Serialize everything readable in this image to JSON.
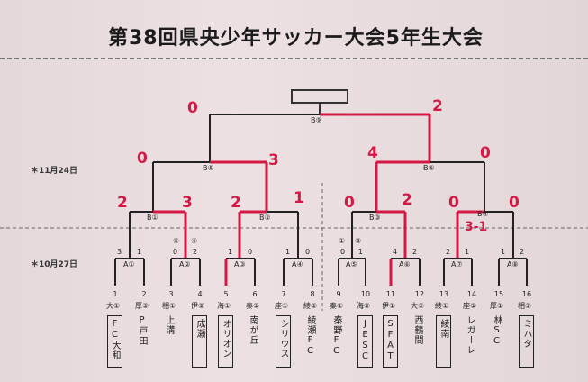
{
  "title": "第38回県央少年サッカー大会5年生大会",
  "dates": {
    "nov": "＊11月24日",
    "oct": "＊10月27日"
  },
  "matches": {
    "final": "B⑨",
    "sf1": "B⑤",
    "sf2": "B⑥",
    "b1": "B①",
    "b2": "B②",
    "b3": "B③",
    "b4": "B④",
    "a1": "A①",
    "a2": "A②",
    "a3": "A③",
    "a4": "A④",
    "a5": "A⑤",
    "a6": "A⑥",
    "a7": "A⑦",
    "a8": "A⑧"
  },
  "a_scores": {
    "a1": [
      "3",
      "1"
    ],
    "a2": [
      "0",
      "2"
    ],
    "a3": [
      "1",
      "0"
    ],
    "a4": [
      "1",
      "0"
    ],
    "a5": [
      "0",
      "1"
    ],
    "a6": [
      "4",
      "2"
    ],
    "a7": [
      "2",
      "1"
    ],
    "a8": [
      "1",
      "2"
    ]
  },
  "pk": {
    "a2": [
      "⑤",
      "④"
    ],
    "a5": [
      "①",
      "③"
    ]
  },
  "red_scores": {
    "final_left": "0",
    "final_right": "2",
    "sf1_left": "0",
    "sf1_right": "3",
    "sf2_left": "4",
    "sf2_right": "0",
    "b1_left": "2",
    "b1_right": "3",
    "b2_left": "2",
    "b2_right": "1",
    "b3_left": "0",
    "b3_right": "2",
    "b4_left": "0",
    "b4_right": "0",
    "b4_pk": "3-1"
  },
  "teams": [
    {
      "num": "1",
      "seed": "大①",
      "name": "FC大和",
      "boxed": true
    },
    {
      "num": "2",
      "seed": "厚②",
      "name": "P戸田",
      "boxed": false
    },
    {
      "num": "3",
      "seed": "相①",
      "name": "上溝",
      "boxed": false
    },
    {
      "num": "4",
      "seed": "伊②",
      "name": "成瀬",
      "boxed": true
    },
    {
      "num": "5",
      "seed": "海①",
      "name": "オリオン",
      "boxed": true
    },
    {
      "num": "6",
      "seed": "秦②",
      "name": "南が丘",
      "boxed": false
    },
    {
      "num": "7",
      "seed": "座①",
      "name": "シリウス",
      "boxed": true
    },
    {
      "num": "8",
      "seed": "綾②",
      "name": "綾瀬FC",
      "boxed": false
    },
    {
      "num": "9",
      "seed": "秦①",
      "name": "秦野FC",
      "boxed": false
    },
    {
      "num": "10",
      "seed": "海②",
      "name": "JESC",
      "boxed": true
    },
    {
      "num": "11",
      "seed": "伊①",
      "name": "SFAT",
      "boxed": true
    },
    {
      "num": "12",
      "seed": "大②",
      "name": "西鶴間",
      "boxed": false
    },
    {
      "num": "13",
      "seed": "綾①",
      "name": "綾南",
      "boxed": true
    },
    {
      "num": "14",
      "seed": "座②",
      "name": "レガーレ",
      "boxed": false
    },
    {
      "num": "15",
      "seed": "厚①",
      "name": "林SC",
      "boxed": false
    },
    {
      "num": "16",
      "seed": "相②",
      "name": "ミハタ",
      "boxed": true
    }
  ]
}
